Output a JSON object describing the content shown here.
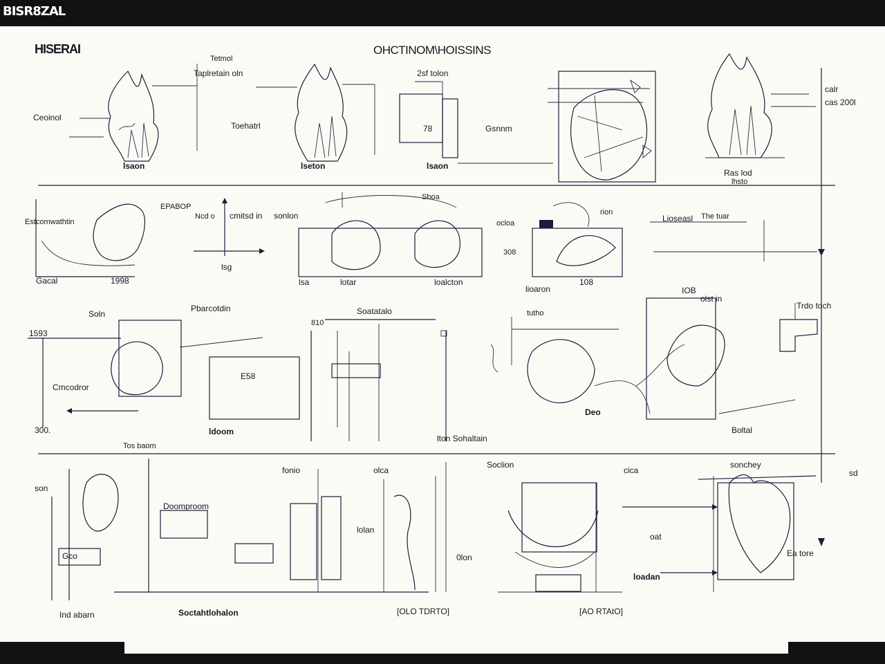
{
  "header": {
    "window_title": "BISR8ZAL"
  },
  "sheet": {
    "corner_title": "HISERAI",
    "main_title": "OHCTINOM\\HOISSINS",
    "labels": [
      {
        "id": "r1-a",
        "text": "Tetmol"
      },
      {
        "id": "r1-b",
        "text": "Taplretain oln"
      },
      {
        "id": "r1-c",
        "text": "Ceoinol"
      },
      {
        "id": "r1-d",
        "text": "Toehatrl"
      },
      {
        "id": "r1-e",
        "text": "lsaon"
      },
      {
        "id": "r1-f",
        "text": "lseton"
      },
      {
        "id": "r1-g",
        "text": "2sf tolon"
      },
      {
        "id": "r1-h",
        "text": "78"
      },
      {
        "id": "r1-i",
        "text": "Gsnnm"
      },
      {
        "id": "r1-j",
        "text": "lsaon"
      },
      {
        "id": "r1-k",
        "text": "calr"
      },
      {
        "id": "r1-l",
        "text": "cas 200l"
      },
      {
        "id": "r1-m",
        "text": "Ras lod"
      },
      {
        "id": "r1-n",
        "text": "lhsto"
      },
      {
        "id": "r2-a",
        "text": "EPABOP"
      },
      {
        "id": "r2-b",
        "text": "Estcomwathtin"
      },
      {
        "id": "r2-c",
        "text": "Ncd o"
      },
      {
        "id": "r2-d",
        "text": "cmitsd in"
      },
      {
        "id": "r2-e",
        "text": "lsg"
      },
      {
        "id": "r2-f",
        "text": "Gacal"
      },
      {
        "id": "r2-g",
        "text": "1998"
      },
      {
        "id": "r2-h",
        "text": "sonlon"
      },
      {
        "id": "r2-i",
        "text": "Sboa"
      },
      {
        "id": "r2-j",
        "text": "lsa"
      },
      {
        "id": "r2-k",
        "text": "lotar"
      },
      {
        "id": "r2-l",
        "text": "loalcton"
      },
      {
        "id": "r2-m",
        "text": "ocloa"
      },
      {
        "id": "r2-n",
        "text": "308"
      },
      {
        "id": "r2-o",
        "text": "rion"
      },
      {
        "id": "r2-p",
        "text": "Lioseasl"
      },
      {
        "id": "r2-q",
        "text": "The tuar"
      },
      {
        "id": "r2-r",
        "text": "lioaron"
      },
      {
        "id": "r2-s",
        "text": "108"
      },
      {
        "id": "r3-a",
        "text": "Soln"
      },
      {
        "id": "r3-b",
        "text": "Pbarcotdin"
      },
      {
        "id": "r3-c",
        "text": "1593"
      },
      {
        "id": "r3-d",
        "text": "Cmcodror"
      },
      {
        "id": "r3-e",
        "text": "300."
      },
      {
        "id": "r3-f",
        "text": "Tos baom"
      },
      {
        "id": "r3-g",
        "text": "E58"
      },
      {
        "id": "r3-h",
        "text": "ldoom"
      },
      {
        "id": "r3-i",
        "text": "Soatatalo"
      },
      {
        "id": "r3-j",
        "text": "810"
      },
      {
        "id": "r3-k",
        "text": "lton Sohaltain"
      },
      {
        "id": "r3-l",
        "text": "tutho"
      },
      {
        "id": "r3-m",
        "text": "Deo"
      },
      {
        "id": "r3-n",
        "text": "IOB"
      },
      {
        "id": "r3-o",
        "text": "olst in"
      },
      {
        "id": "r3-p",
        "text": "Trdo toch"
      },
      {
        "id": "r3-q",
        "text": "Boltal"
      },
      {
        "id": "r4-a",
        "text": "son"
      },
      {
        "id": "r4-b",
        "text": "Gco"
      },
      {
        "id": "r4-c",
        "text": "Doomproom"
      },
      {
        "id": "r4-d",
        "text": "fonio"
      },
      {
        "id": "r4-e",
        "text": "lolan"
      },
      {
        "id": "r4-f",
        "text": "olca"
      },
      {
        "id": "r4-g",
        "text": "Soclion"
      },
      {
        "id": "r4-h",
        "text": "0lon"
      },
      {
        "id": "r4-i",
        "text": "cica"
      },
      {
        "id": "r4-j",
        "text": "sonchey"
      },
      {
        "id": "r4-k",
        "text": "oat"
      },
      {
        "id": "r4-l",
        "text": "Ea tore"
      },
      {
        "id": "r4-m",
        "text": "loadan"
      },
      {
        "id": "r4-n",
        "text": "sd"
      },
      {
        "id": "r4-o",
        "text": "Ind abarn"
      },
      {
        "id": "r4-p",
        "text": "Soctahtlohalon"
      },
      {
        "id": "r4-q",
        "text": "[OLO TDRTO]"
      },
      {
        "id": "r4-r",
        "text": "[AO RTAtO]"
      }
    ]
  }
}
